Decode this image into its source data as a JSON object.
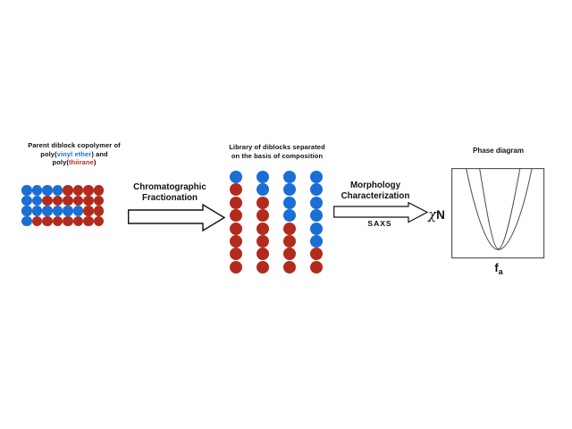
{
  "colors": {
    "monomer_blue": "#1b6ed4",
    "monomer_red": "#b32b1d",
    "text_black": "#111111",
    "curve_gray": "#4d4d4d"
  },
  "parent_section": {
    "title_line1": "Parent diblock copolymer of",
    "title_line2": {
      "prefix": "poly(",
      "highlight": "vinyl ether",
      "suffix": ") and"
    },
    "title_line3": {
      "prefix": "poly(",
      "highlight": "thiirane",
      "suffix": ")"
    },
    "grid_rows": [
      [
        "B",
        "B",
        "B",
        "B",
        "R",
        "R",
        "R",
        "R"
      ],
      [
        "B",
        "B",
        "R",
        "R",
        "R",
        "R",
        "R",
        "R"
      ],
      [
        "B",
        "B",
        "B",
        "B",
        "B",
        "B",
        "R",
        "R"
      ],
      [
        "B",
        "R",
        "R",
        "R",
        "R",
        "R",
        "R",
        "R"
      ]
    ]
  },
  "fractionation_arrow": {
    "label_line1": "Chromatographic",
    "label_line2": "Fractionation"
  },
  "library_section": {
    "title_line1": "Library of diblocks separated",
    "title_line2": "on the basis of composition",
    "columns": [
      [
        "B",
        "R",
        "R",
        "R",
        "R",
        "R",
        "R",
        "R"
      ],
      [
        "B",
        "B",
        "R",
        "R",
        "R",
        "R",
        "R",
        "R"
      ],
      [
        "B",
        "B",
        "B",
        "B",
        "R",
        "R",
        "R",
        "R"
      ],
      [
        "B",
        "B",
        "B",
        "B",
        "B",
        "B",
        "R",
        "R"
      ]
    ]
  },
  "characterization_arrow": {
    "label_line1": "Morphology",
    "label_line2": "Characterization",
    "technique": "SAXS"
  },
  "phase_diagram": {
    "title": "Phase diagram",
    "y_axis_symbol": "χ",
    "y_axis_letter": "N",
    "x_axis_letter": "f",
    "x_axis_subscript": "a"
  }
}
